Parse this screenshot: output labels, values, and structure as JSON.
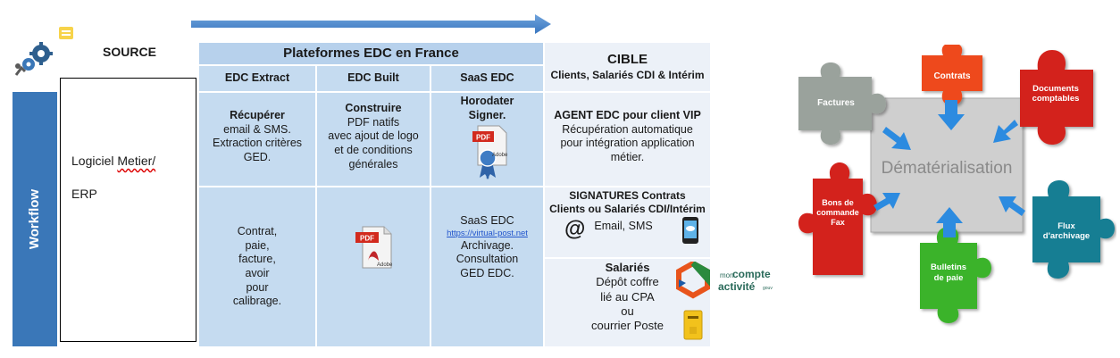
{
  "source": {
    "label": "SOURCE",
    "line1_pre": "Logiciel ",
    "line1_wavy": "Metier/",
    "line2": "ERP"
  },
  "workflow": {
    "label": "Workflow"
  },
  "platforms": {
    "title": "Plateformes EDC en France",
    "columns": [
      "EDC Extract",
      "EDC Built",
      "SaaS EDC"
    ],
    "extract": {
      "r1_title": "Récupérer",
      "r1_lines": [
        "email & SMS.",
        "Extraction critères",
        "GED."
      ],
      "r2_lines": [
        "Contrat,",
        "paie,",
        "facture,",
        "avoir",
        "pour",
        "calibrage."
      ]
    },
    "built": {
      "r1_title": "Construire",
      "r1_lines": [
        "PDF natifs",
        "avec ajout de logo",
        "et de conditions",
        "générales"
      ]
    },
    "saas": {
      "r1_lines": [
        "Horodater",
        "Signer."
      ],
      "r2_title": "SaaS EDC",
      "r2_link": "https://virtual-post.net",
      "r2_lines": [
        "Archivage.",
        "Consultation",
        "GED EDC."
      ]
    }
  },
  "cible": {
    "title": "CIBLE",
    "subtitle": "Clients, Salariés CDI & Intérim",
    "r1_title": "AGENT EDC pour client VIP",
    "r1_lines": [
      "Récupération automatique",
      "pour intégration application",
      "métier."
    ],
    "r2_title1": "SIGNATURES Contrats",
    "r2_title2": "Clients ou Salariés CDI/Intérim",
    "r2_at": "@",
    "r2_text": "Email, SMS",
    "r3_title": "Salariés",
    "r3_lines": [
      "Dépôt coffre",
      "lié au CPA",
      "ou",
      "courrier Poste"
    ],
    "logo_text1": "mon",
    "logo_text2": "compte",
    "logo_text3": "activité",
    "logo_text4": "gouv"
  },
  "puzzle": {
    "center": "Dématérialisation",
    "pieces": {
      "factures": "Factures",
      "contrats": "Contrats",
      "docs1": "Documents",
      "docs2": "comptables",
      "bons1": "Bons de",
      "bons2": "commande",
      "bons3": "Fax",
      "flux1": "Flux",
      "flux2": "d'archivage",
      "bull1": "Bulletins",
      "bull2": "de paie"
    }
  },
  "colors": {
    "workflow_blue": "#3a77b8",
    "table_blue": "#c5dbf0",
    "cible_bg": "#ecf1f8",
    "puzzle_gray": "#9aa29c",
    "puzzle_orange": "#ee4a1a",
    "puzzle_red": "#d3221d",
    "puzzle_teal": "#177e93",
    "puzzle_green": "#3bb32c",
    "arrow_blue": "#2c8be0"
  },
  "pdf_labels": {
    "tag": "PDF",
    "brand": "Adobe"
  }
}
